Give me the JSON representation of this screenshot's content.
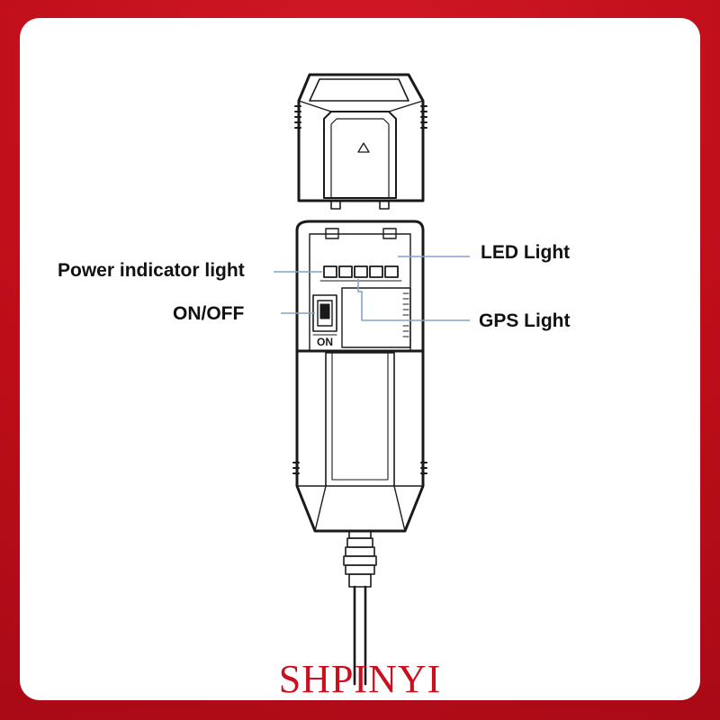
{
  "labels": {
    "led_light": "LED Light",
    "power_indicator": "Power indicator light",
    "on_off": "ON/OFF",
    "gps_light": "GPS Light",
    "switch_marking": "ON"
  },
  "brand": {
    "name": "SHPINYI",
    "color": "#c8101e"
  },
  "icons": {
    "lid_marker": "triangle-up-icon"
  },
  "colors": {
    "background": "#c8101e",
    "card": "#ffffff",
    "leader_line": "#7fa6cc",
    "outline": "#1a1a1a"
  }
}
